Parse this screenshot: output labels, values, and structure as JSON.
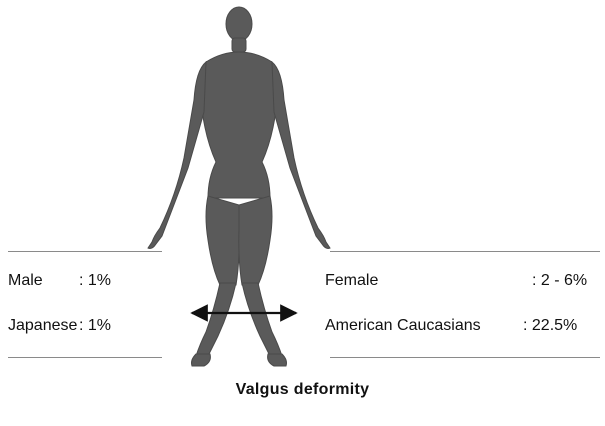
{
  "figure": {
    "caption": "Valgus deformity",
    "silhouette_color": "#5a5a5a",
    "arrow_color": "#111111",
    "rule_color": "#8a8a8a"
  },
  "left_panel": {
    "rows": [
      {
        "label": "Male",
        "value": ": 1%"
      },
      {
        "label": "Japanese",
        "value": ": 1%"
      }
    ]
  },
  "right_panel": {
    "rows": [
      {
        "label": "Female",
        "value": ": 2 - 6%"
      },
      {
        "label": "American Caucasians",
        "value": ": 22.5%"
      }
    ]
  }
}
